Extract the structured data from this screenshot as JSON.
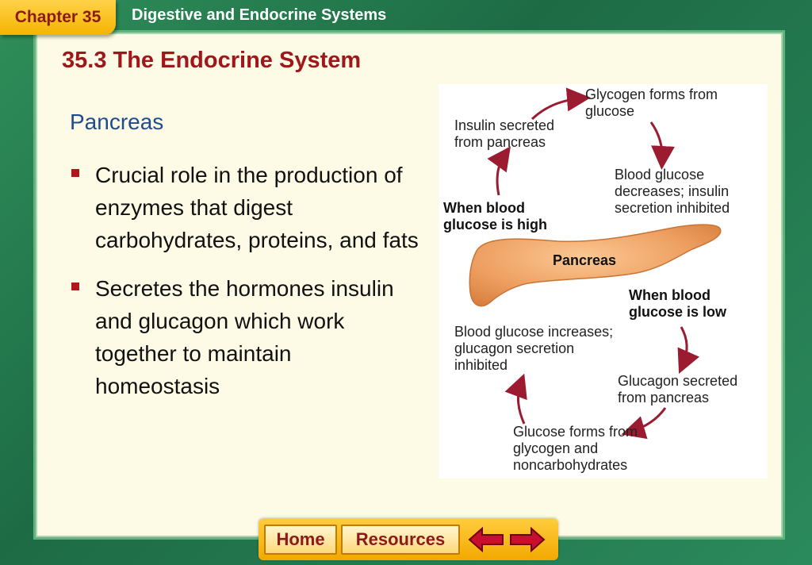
{
  "header": {
    "chapter": "Chapter 35",
    "title": "Digestive and Endocrine Systems"
  },
  "slide": {
    "section_title": "35.3 The Endocrine System",
    "subtitle": "Pancreas",
    "bullets": [
      "Crucial role in the production of enzymes that digest carbohydrates, proteins, and fats",
      "Secretes the hormones insulin and glucagon which work together to maintain homeostasis"
    ]
  },
  "diagram": {
    "glycogen_forms": "Glycogen forms from glucose",
    "insulin_secreted": "Insulin secreted from pancreas",
    "blood_glucose_decreases": "Blood glucose decreases; insulin secretion inhibited",
    "when_high": "When blood glucose is high",
    "pancreas": "Pancreas",
    "when_low": "When blood glucose is low",
    "blood_glucose_increases": "Blood glucose increases; glucagon secretion inhibited",
    "glucagon_secreted": "Glucagon secreted from pancreas",
    "glucose_forms": "Glucose forms from glycogen and noncarbohydrates"
  },
  "nav": {
    "home": "Home",
    "resources": "Resources"
  },
  "colors": {
    "accent_red": "#a0171b",
    "arrow_color": "#9b1b30",
    "pancreas": "#f0a86a"
  }
}
